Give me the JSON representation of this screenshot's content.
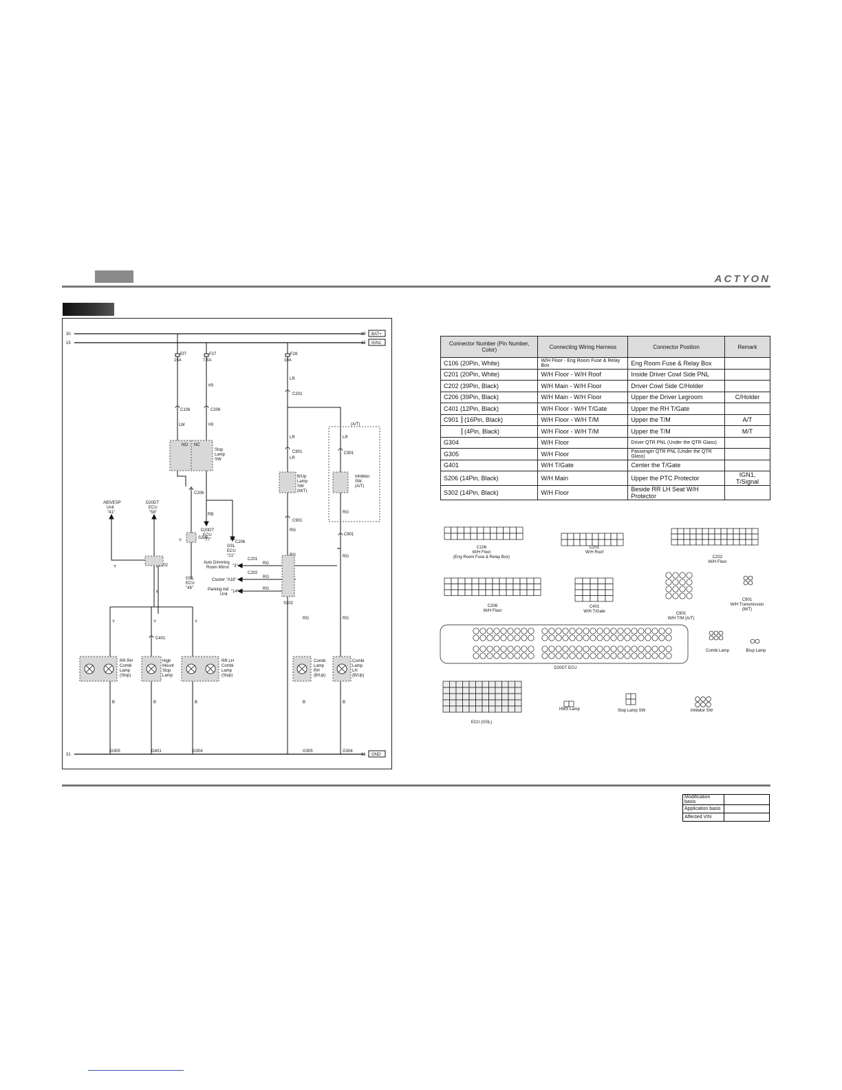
{
  "header": {
    "brand": "ACTYON"
  },
  "diagram": {
    "rails": {
      "bat": "BAT+",
      "ign": "IGN1",
      "gnd": "GND",
      "n30": "30",
      "n15": "15",
      "n31": "31"
    },
    "fuses": [
      {
        "id": "Ef7",
        "amp": "15A"
      },
      {
        "id": "F27",
        "amp": "7.5A"
      },
      {
        "id": "F28",
        "amp": "10A"
      }
    ],
    "wires": {
      "lw": "LW",
      "yr": "YR",
      "lr": "LR",
      "rg": "RG",
      "rb": "RB",
      "y": "Y",
      "b": "B",
      "at": "(A/T)"
    },
    "connectors": {
      "c106": "C106",
      "c206": "C206",
      "c202": "C202",
      "c901": "C901",
      "c201": "C201",
      "c401": "C401",
      "s206": "S206",
      "s302": "S302"
    },
    "stop_lamp_sw": {
      "no": "NO",
      "nc": "NC",
      "l1": "Stop",
      "l2": "Lamp",
      "l3": "SW"
    },
    "bup_sw": {
      "l1": "B/Up",
      "l2": "Lamp",
      "l3": "SW",
      "l4": "(M/T)"
    },
    "inhibitor_sw": {
      "l1": "Inhibitor",
      "l2": "SW",
      "l3": "(A/T)"
    },
    "abs": {
      "l1": "ABS/ESP",
      "l2": "Unit",
      "l3": "\"41\""
    },
    "d20dt_a": {
      "l1": "D20DT",
      "l2": "ECU",
      "l3": "\"58\""
    },
    "d20dt_b": {
      "l1": "D20DT",
      "l2": "ECU",
      "l3": "\"77\""
    },
    "gsl_a": {
      "l1": "GSL",
      "l2": "ECU",
      "l3": "\"21\""
    },
    "gsl_b": {
      "l1": "GSL",
      "l2": "ECU",
      "l3": "\"49\""
    },
    "outputs": {
      "mirror1": "Auto Dimming",
      "mirror2": "Room Mirror",
      "mirror_pin": "\"3\"",
      "cluster": "Cluster \"A16\"",
      "park1": "Parking Aid",
      "park2": "Unit",
      "park_pin": "\"14\""
    },
    "lamps": [
      {
        "l1": "RR RH",
        "l2": "Combi",
        "l3": "Lamp",
        "l4": "(Stop)"
      },
      {
        "l1": "High",
        "l2": "Mount",
        "l3": "Stop",
        "l4": "Lamp"
      },
      {
        "l1": "RR LH",
        "l2": "Combi",
        "l3": "Lamp",
        "l4": "(Stop)"
      },
      {
        "l1": "Combi",
        "l2": "Lamp",
        "l3": "RH",
        "l4": "(B/Up)"
      },
      {
        "l1": "Combi",
        "l2": "Lamp",
        "l3": "LH",
        "l4": "(B/Up)"
      }
    ],
    "grounds": [
      "G305",
      "G401",
      "G304",
      "G305",
      "G304"
    ]
  },
  "table": {
    "headers": [
      "Connector Number (Pin Number, Color)",
      "Connecting Wiring Harness",
      "Connector Position",
      "Remark"
    ],
    "rows": [
      [
        "C106 (20Pin, White)",
        "W/H Floor - Eng Room Fuse & Relay Box",
        "Eng Room Fuse & Relay Box",
        ""
      ],
      [
        "C201 (20Pin, White)",
        "W/H Floor - W/H Roof",
        "Inside Driver Cowl Side PNL",
        ""
      ],
      [
        "C202 (39Pin, Black)",
        "W/H Main - W/H Floor",
        "Driver Cowl Side C/Holder",
        ""
      ],
      [
        "C206 (39Pin, Black)",
        "W/H Main - W/H Floor",
        "Upper the Driver Legroom",
        "C/Holder"
      ],
      [
        "C401 (12Pin, Black)",
        "W/H Floor - W/H T/Gate",
        "Upper the RH T/Gate",
        ""
      ],
      [
        "C901",
        "(16Pin, Black)",
        "W/H Floor - W/H T/M",
        "Upper the T/M",
        "A/T"
      ],
      [
        "",
        "(4Pin, Black)",
        "W/H Floor - W/H T/M",
        "Upper the T/M",
        "M/T"
      ],
      [
        "G304",
        "W/H Floor",
        "Driver QTR PNL (Under the QTR Glass)",
        ""
      ],
      [
        "G305",
        "W/H Floor",
        "Passenger QTR PNL (Under the QTR Glass)",
        ""
      ],
      [
        "G401",
        "W/H T/Gate",
        "Center the T/Gate",
        ""
      ],
      [
        "S206 (14Pin, Black)",
        "W/H Main",
        "Upper the PTC Protector",
        "IGN1, T/Signal"
      ],
      [
        "S302 (14Pin, Black)",
        "W/H Floor",
        "Beside RR LH Seat W/H Protector",
        ""
      ]
    ]
  },
  "connector_views": {
    "c106": {
      "l1": "C106",
      "l2": "W/H Floor",
      "l3": "(Eng Room Fuse & Relay Box)"
    },
    "c201": {
      "l1": "C201",
      "l2": "W/H Roof"
    },
    "c202": {
      "l1": "C202",
      "l2": "W/H Floor"
    },
    "c206": {
      "l1": "C206",
      "l2": "W/H Floor"
    },
    "c401": {
      "l1": "C401",
      "l2": "W/H T/Gate"
    },
    "c901a": {
      "l1": "C901",
      "l2": "W/H T/M (A/T)"
    },
    "c901m": {
      "l1": "C901",
      "l2": "W/H Transmission",
      "l3": "(M/T)"
    },
    "d20dt": {
      "l1": "D20DT ECU"
    },
    "combi": {
      "l1": "Combi Lamp"
    },
    "bup": {
      "l1": "B/up Lamp"
    },
    "gsl": {
      "l1": "ECU (GSL)"
    },
    "hms": {
      "l1": "HMS Lamp"
    },
    "stopsw": {
      "l1": "Stop Lamp SW"
    },
    "inhib": {
      "l1": "Inhibitor SW"
    }
  },
  "footer": {
    "modification": "Modification basis",
    "application": "Application basis",
    "vin": "Affected VIN"
  }
}
